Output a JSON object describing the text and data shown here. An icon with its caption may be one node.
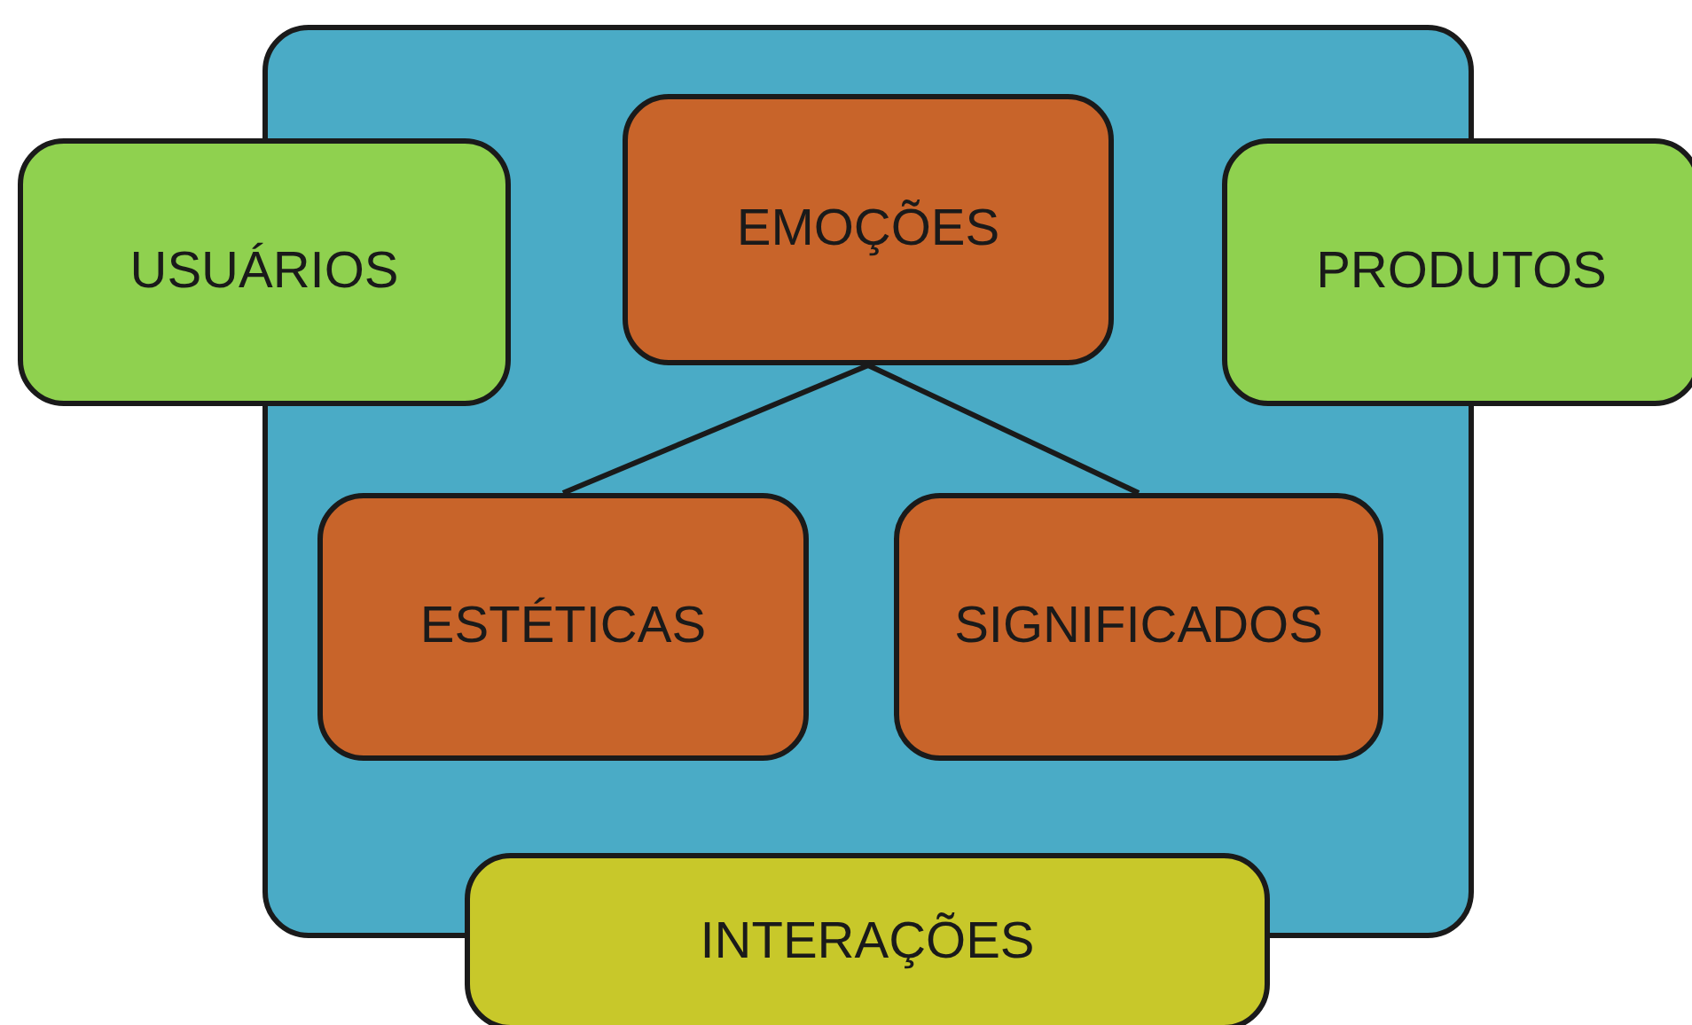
{
  "diagram": {
    "nodes": [
      {
        "text": [],
        "shape": "box"
      },
      {
        "text": [
          "USUÁRIOS"
        ]
      },
      {
        "text": [
          "EMOÇÕES"
        ],
        "in": 0
      },
      {
        "text": [
          "PRODUTOS"
        ]
      },
      {
        "text": [
          "ESTÉTICAS"
        ],
        "in": 0
      },
      {
        "text": [
          "SIGNIFICADOS"
        ],
        "in": 0
      },
      {
        "text": [
          "INTERAÇÕES"
        ]
      }
    ],
    "edges": [
      {
        "from": 2,
        "to": 4,
        "arrow": "none"
      },
      {
        "from": 2,
        "to": 5,
        "arrow": "none"
      }
    ]
  }
}
